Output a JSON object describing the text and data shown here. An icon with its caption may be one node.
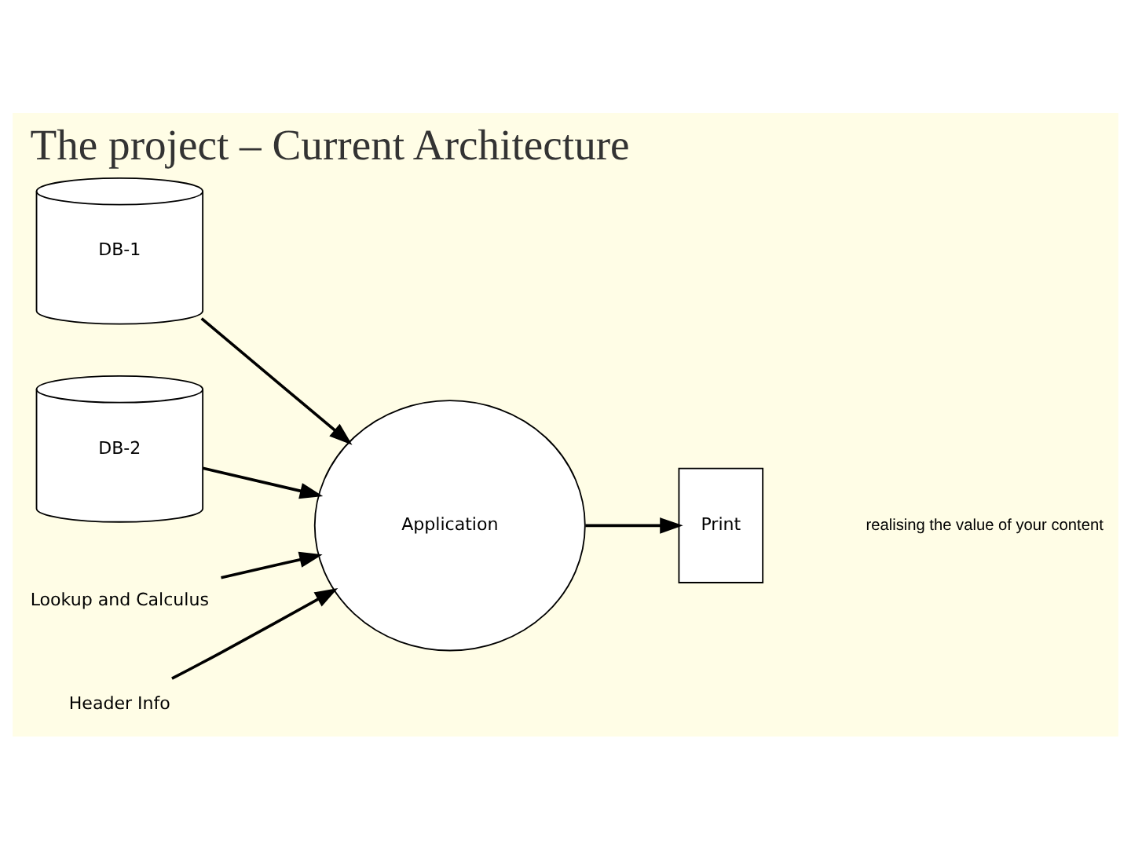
{
  "diagram": {
    "title": "The project – Current Architecture",
    "nodes": [
      {
        "text": [
          "DB-1"
        ]
      },
      {
        "text": [
          "DB-2"
        ]
      },
      {
        "text": [
          "Application"
        ]
      },
      {
        "text": [
          "Print"
        ]
      },
      {
        "text": [
          "Lookup and Calculus"
        ]
      },
      {
        "text": [
          "Header Info"
        ]
      }
    ],
    "edges": [
      {
        "from": 0,
        "to": 2,
        "arrow": "to"
      },
      {
        "from": 1,
        "to": 2,
        "arrow": "to"
      },
      {
        "from": 4,
        "to": 2,
        "arrow": "to"
      },
      {
        "from": 5,
        "to": 2,
        "arrow": "to"
      },
      {
        "from": 2,
        "to": 3,
        "arrow": "to"
      }
    ],
    "labels": [
      "realising the value of your content"
    ]
  }
}
